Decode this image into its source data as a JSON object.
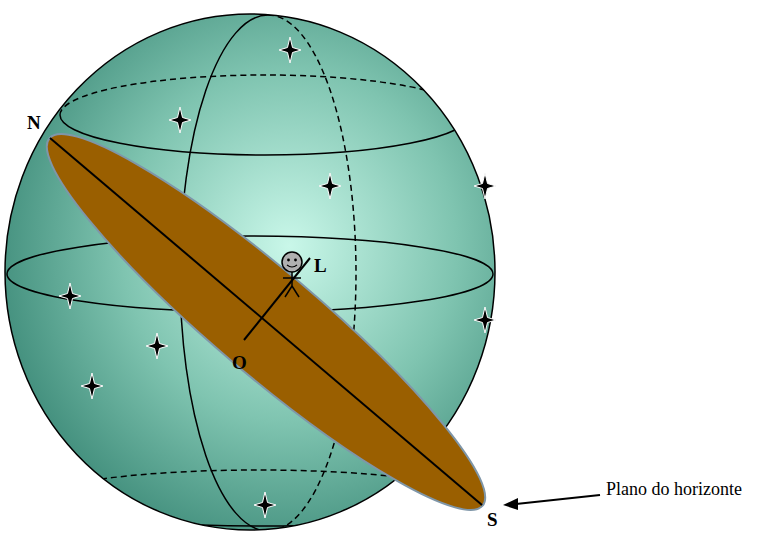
{
  "diagram": {
    "labels": [
      "N",
      "L",
      "O",
      "S",
      "Plano do horizonte"
    ]
  }
}
